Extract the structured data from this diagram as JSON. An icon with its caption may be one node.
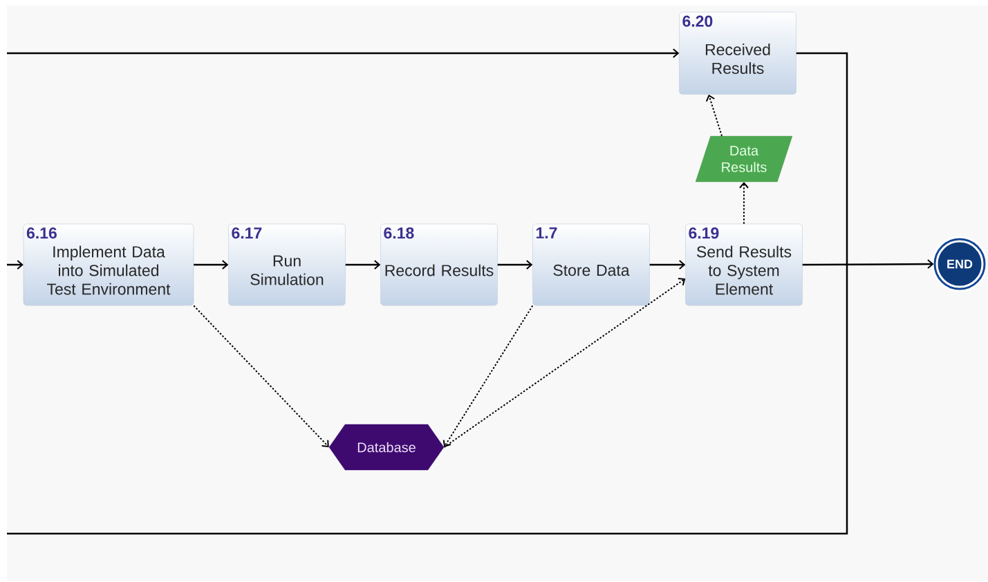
{
  "diagram": {
    "nodes": [
      {
        "text": [
          "6.20",
          "Received Results"
        ]
      },
      {
        "text": [
          "Data Results"
        ]
      },
      {
        "text": [
          "6.16",
          "Implement Data into Simulated Test Environment"
        ]
      },
      {
        "text": [
          "6.17",
          "Run Simulation"
        ]
      },
      {
        "text": [
          "6.18",
          "Record Results"
        ]
      },
      {
        "text": [
          "1.7",
          "Store Data"
        ]
      },
      {
        "text": [
          "6.19",
          "Send Results to System Element"
        ]
      },
      {
        "text": [
          "END"
        ]
      },
      {
        "text": [
          "Database"
        ]
      }
    ],
    "edges": [
      {
        "from": null,
        "to": 0,
        "arrow": "to"
      },
      {
        "from": 0,
        "to": null,
        "arrow": "none"
      },
      {
        "from": null,
        "to": 2,
        "arrow": "to"
      },
      {
        "from": 2,
        "to": 3,
        "arrow": "to"
      },
      {
        "from": 3,
        "to": 4,
        "arrow": "to"
      },
      {
        "from": 4,
        "to": 5,
        "arrow": "to"
      },
      {
        "from": 5,
        "to": 6,
        "arrow": "to"
      },
      {
        "from": 6,
        "to": 7,
        "arrow": "to"
      },
      {
        "from": 6,
        "to": 1,
        "arrow": "to",
        "style": "dashed"
      },
      {
        "from": 1,
        "to": 0,
        "arrow": "to",
        "style": "dashed"
      },
      {
        "from": 2,
        "to": 8,
        "arrow": "to",
        "style": "dashed"
      },
      {
        "from": 5,
        "to": 8,
        "arrow": "to",
        "style": "dashed"
      },
      {
        "from": 8,
        "to": 6,
        "arrow": "to",
        "style": "dashed"
      }
    ]
  }
}
